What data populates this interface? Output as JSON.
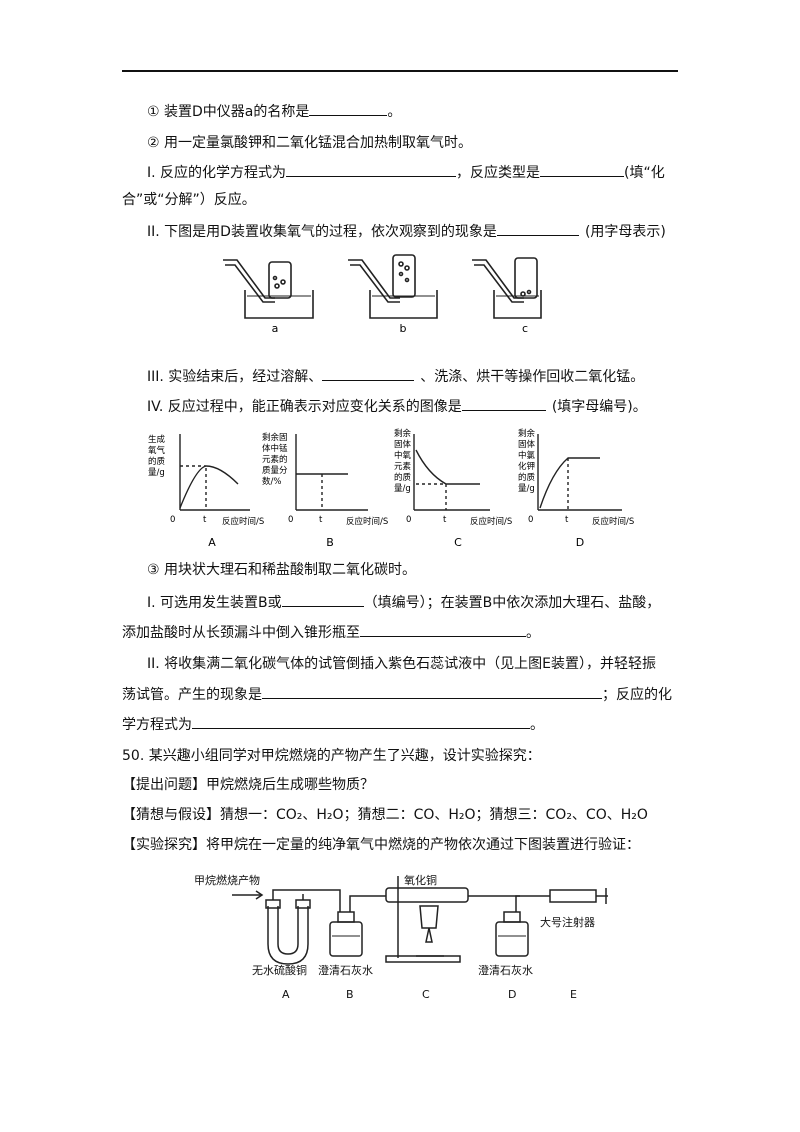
{
  "q1": {
    "item1_pre": "① 装置D中仪器a的名称是",
    "item1_post": "。",
    "item2": "② 用一定量氯酸钾和二氧化锰混合加热制取氧气时。",
    "i_pre": "I. 反应的化学方程式为",
    "i_mid": "，反应类型是",
    "i_post": "(填“化",
    "i_cont": "合”或“分解”）反应。",
    "ii_pre": "II. 下图是用D装置收集氧气的过程，依次观察到的现象是",
    "ii_post": "(用字母表示)",
    "fig1_labels": [
      "a",
      "b",
      "c"
    ],
    "iii_pre": "III. 实验结束后，经过溶解、",
    "iii_post": "、洗涤、烘干等操作回收二氧化锰。",
    "iv_pre": "IV. 反应过程中，能正确表示对应变化关系的图像是",
    "iv_post": "(填字母编号)。",
    "graphs": [
      {
        "letter": "A",
        "ylabel": [
          "生成",
          "氧气",
          "的质",
          "量/g"
        ],
        "xlabel": "反应时间/S",
        "origin": "0",
        "t": "t"
      },
      {
        "letter": "B",
        "ylabel": [
          "剩余固",
          "体中锰",
          "元素的",
          "质量分",
          "数/%"
        ],
        "xlabel": "反应时间/S",
        "origin": "0",
        "t": "t"
      },
      {
        "letter": "C",
        "ylabel": [
          "剩余",
          "固体",
          "中氧",
          "元素",
          "的质",
          "量/g"
        ],
        "xlabel": "反应时间/S",
        "origin": "0",
        "t": "t"
      },
      {
        "letter": "D",
        "ylabel": [
          "剩余",
          "固体",
          "中氯",
          "化钾",
          "的质",
          "量/g"
        ],
        "xlabel": "反应时间/S",
        "origin": "0",
        "t": "t"
      }
    ],
    "item3": "③ 用块状大理石和稀盐酸制取二氧化碳时。",
    "p3i_pre": "I. 可选用发生装置B或",
    "p3i_post": "（填编号）；在装置B中依次添加大理石、盐酸，",
    "p3i_cont_pre": "添加盐酸时从长颈漏斗中倒入锥形瓶至",
    "p3i_cont_post": "。",
    "p3ii": "II. 将收集满二氧化碳气体的试管倒插入紫色石蕊试液中（见上图E装置），并轻轻振",
    "p3ii_cont_pre": "荡试管。产生的现象是",
    "p3ii_cont_post": "；反应的化",
    "p3ii_cont2_pre": "学方程式为",
    "p3ii_cont2_post": "。"
  },
  "q50": {
    "intro": "50. 某兴趣小组同学对甲烷燃烧的产物产生了兴趣，设计实验探究：",
    "question": "【提出问题】甲烷燃烧后生成哪些物质？",
    "hypothesis": "【猜想与假设】猜想一：CO₂、H₂O；猜想二：CO、H₂O；猜想三：CO₂、CO、H₂O",
    "explore": "【实验探究】将甲烷在一定量的纯净氧气中燃烧的产物依次通过下图装置进行验证：",
    "fig_labels": {
      "products": "甲烷燃烧产物",
      "cuo": "氧化铜",
      "syringe": "大号注射器",
      "cuso4": "无水硫酸铜",
      "limewater_b": "澄清石灰水",
      "limewater_d": "澄清石灰水",
      "letters": [
        "A",
        "B",
        "C",
        "D",
        "E"
      ]
    }
  }
}
